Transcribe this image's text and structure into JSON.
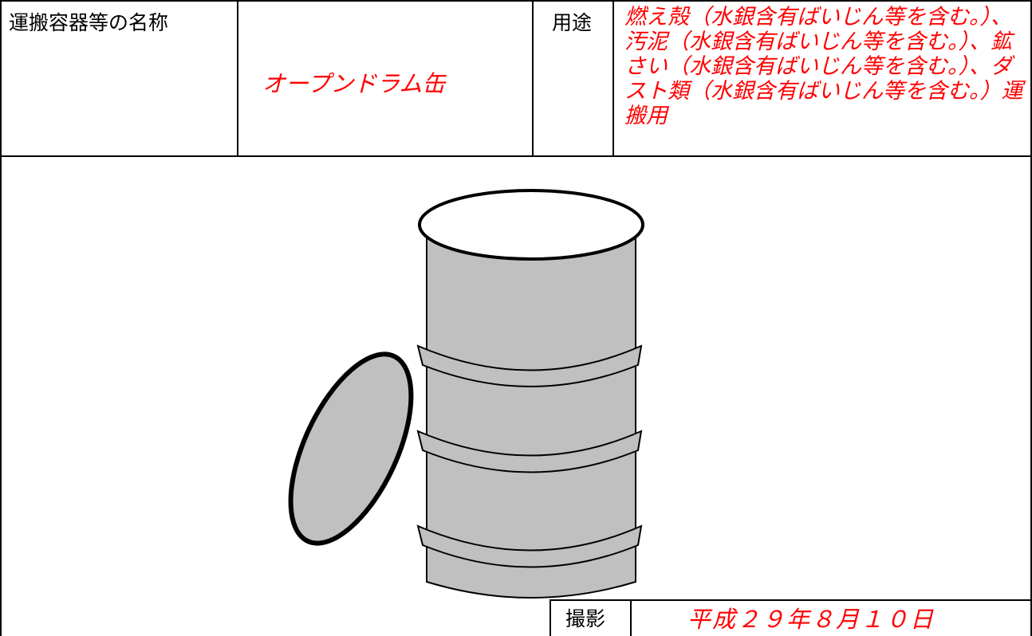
{
  "header": {
    "container_name_label": "運搬容器等の名称",
    "container_name_value": "オープンドラム缶",
    "usage_label": "用途",
    "usage_value": "燃え殻（水銀含有ばいじん等を含む。）、汚泥（水銀含有ばいじん等を含む。）、鉱さい（水銀含有ばいじん等を含む。）、ダスト類（水銀含有ばいじん等を含む。）運搬用"
  },
  "photo": {
    "shot_label": "撮影",
    "shot_date": "平成２９年８月１０日"
  },
  "colors": {
    "accent_text": "#ff0000",
    "drum_fill": "#c0c0c0",
    "border": "#000000"
  }
}
